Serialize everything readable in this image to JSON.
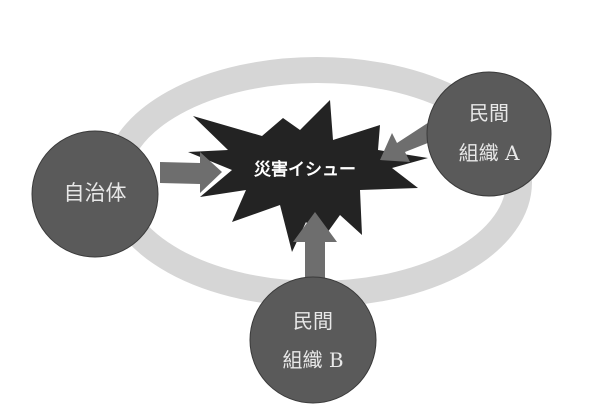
{
  "diagram": {
    "center": {
      "label": "災害イシュー"
    },
    "nodes": [
      {
        "id": "local-government",
        "label": "自治体"
      },
      {
        "id": "private-org-a",
        "line1": "民間",
        "line2": "組織 A"
      },
      {
        "id": "private-org-b",
        "line1": "民間",
        "line2": "組織 B"
      }
    ],
    "edges": [
      {
        "from": "local-government",
        "to": "center"
      },
      {
        "from": "private-org-a",
        "to": "center"
      },
      {
        "from": "private-org-b",
        "to": "center"
      }
    ],
    "colors": {
      "ring": "#d6d6d6",
      "node": "#5a5a5a",
      "arrow": "#6e6e6e",
      "burst": "#232323",
      "text": "#ececec"
    }
  }
}
